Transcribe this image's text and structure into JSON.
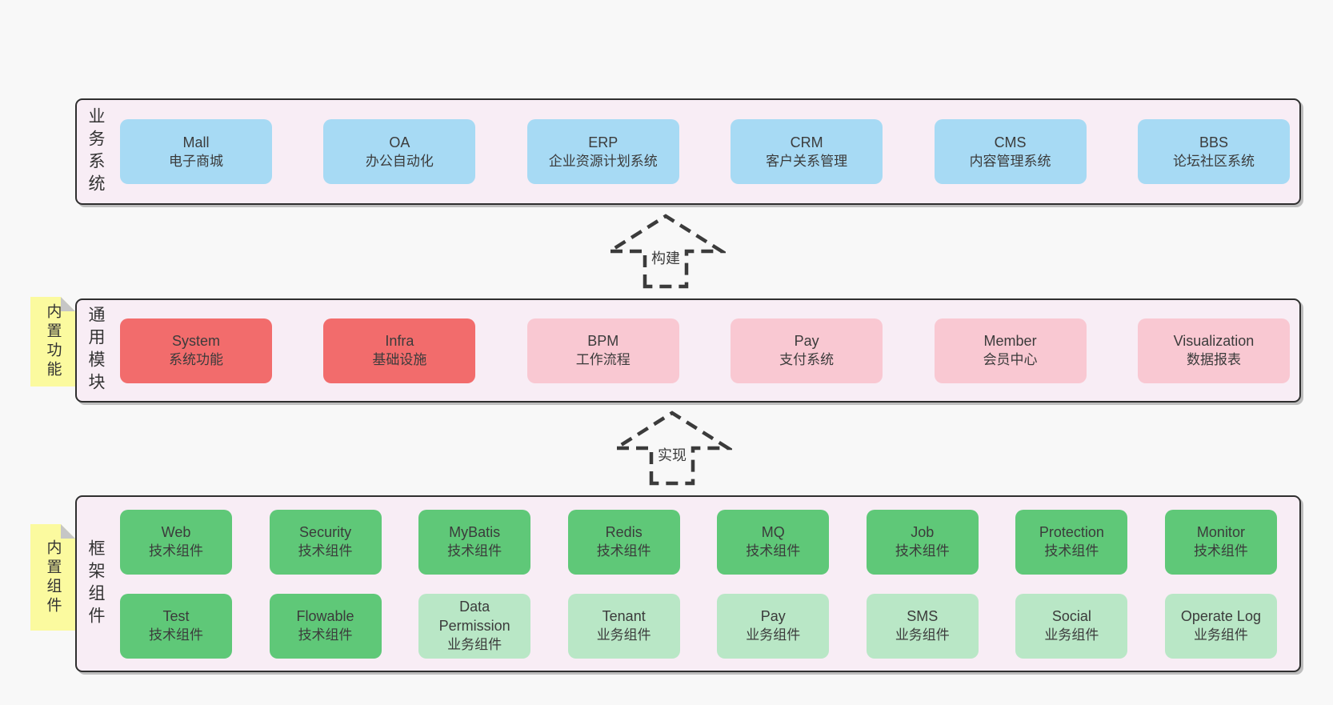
{
  "colors": {
    "page_bg": "#f8f8f8",
    "panel_bg": "#f8edf5",
    "panel_border": "#2f2f2f",
    "box_blue": "#a7daf4",
    "box_red": "#f26c6c",
    "box_pink": "#f9c8d2",
    "box_green": "#5fc878",
    "box_light_green": "#b9e7c6",
    "note_yellow": "#fbfa9f",
    "note_fold_gray": "#c6c6c6",
    "text": "#3b3b3b",
    "arrow": "#3b3b3b"
  },
  "sections": {
    "business": {
      "label": "业务系统",
      "boxes": [
        {
          "title": "Mall",
          "subtitle": "电子商城"
        },
        {
          "title": "OA",
          "subtitle": "办公自动化"
        },
        {
          "title": "ERP",
          "subtitle": "企业资源计划系统"
        },
        {
          "title": "CRM",
          "subtitle": "客户关系管理"
        },
        {
          "title": "CMS",
          "subtitle": "内容管理系统"
        },
        {
          "title": "BBS",
          "subtitle": "论坛社区系统"
        }
      ]
    },
    "modules": {
      "label": "通用模块",
      "note": "内置功能",
      "boxes": [
        {
          "title": "System",
          "subtitle": "系统功能",
          "variant": "red"
        },
        {
          "title": "Infra",
          "subtitle": "基础设施",
          "variant": "red"
        },
        {
          "title": "BPM",
          "subtitle": "工作流程",
          "variant": "pink"
        },
        {
          "title": "Pay",
          "subtitle": "支付系统",
          "variant": "pink"
        },
        {
          "title": "Member",
          "subtitle": "会员中心",
          "variant": "pink"
        },
        {
          "title": "Visualization",
          "subtitle": "数据报表",
          "variant": "pink"
        }
      ]
    },
    "framework": {
      "label": "框架组件",
      "note": "内置组件",
      "rows": [
        [
          {
            "title": "Web",
            "subtitle": "技术组件",
            "variant": "green"
          },
          {
            "title": "Security",
            "subtitle": "技术组件",
            "variant": "green"
          },
          {
            "title": "MyBatis",
            "subtitle": "技术组件",
            "variant": "green"
          },
          {
            "title": "Redis",
            "subtitle": "技术组件",
            "variant": "green"
          },
          {
            "title": "MQ",
            "subtitle": "技术组件",
            "variant": "green"
          },
          {
            "title": "Job",
            "subtitle": "技术组件",
            "variant": "green"
          },
          {
            "title": "Protection",
            "subtitle": "技术组件",
            "variant": "green"
          },
          {
            "title": "Monitor",
            "subtitle": "技术组件",
            "variant": "green"
          }
        ],
        [
          {
            "title": "Test",
            "subtitle": "技术组件",
            "variant": "green"
          },
          {
            "title": "Flowable",
            "subtitle": "技术组件",
            "variant": "green"
          },
          {
            "title": "Data Permission",
            "subtitle": "业务组件",
            "variant": "light-green"
          },
          {
            "title": "Tenant",
            "subtitle": "业务组件",
            "variant": "light-green"
          },
          {
            "title": "Pay",
            "subtitle": "业务组件",
            "variant": "light-green"
          },
          {
            "title": "SMS",
            "subtitle": "业务组件",
            "variant": "light-green"
          },
          {
            "title": "Social",
            "subtitle": "业务组件",
            "variant": "light-green"
          },
          {
            "title": "Operate Log",
            "subtitle": "业务组件",
            "variant": "light-green"
          }
        ]
      ]
    }
  },
  "arrows": [
    {
      "label": "构建"
    },
    {
      "label": "实现"
    }
  ]
}
